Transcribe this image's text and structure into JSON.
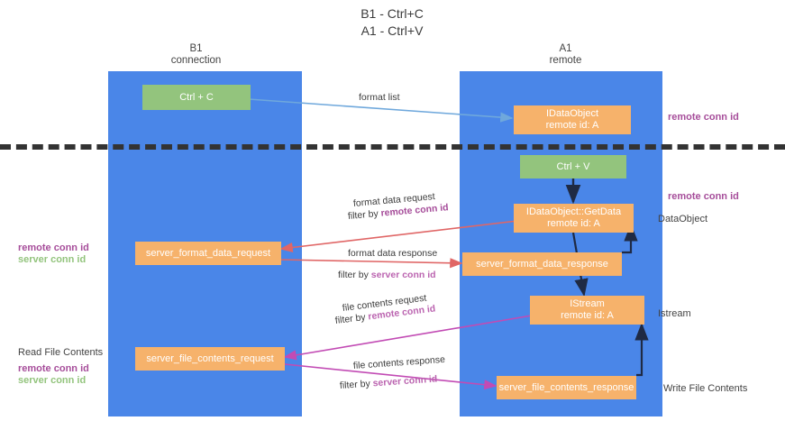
{
  "title": "B1 - Ctrl+C\nA1 - Ctrl+V",
  "colors": {
    "lane": "#4a86e8",
    "green_node": "#93c47d",
    "orange_node": "#f6b26b",
    "remote_conn_id": "#a64d9a",
    "server_conn_id": "#93c47d",
    "arrow_blue": "#6fa8dc",
    "arrow_red": "#e06666",
    "arrow_magenta": "#c24bb4",
    "arrow_dark": "#1f2a44",
    "divider": "#333333"
  },
  "lanes": [
    {
      "id": "b1",
      "title": "B1\nconnection"
    },
    {
      "id": "a1",
      "title": "A1\nremote"
    }
  ],
  "nodes": {
    "ctrl_c": {
      "line1": "Ctrl + C",
      "line2": ""
    },
    "idataobject_top": {
      "line1": "IDataObject",
      "line2": "remote id: A"
    },
    "ctrl_v": {
      "line1": "Ctrl + V",
      "line2": ""
    },
    "getdata": {
      "line1": "IDataObject::GetData",
      "line2": "remote id: A"
    },
    "server_format_data_request": {
      "line1": "server_format_data_request",
      "line2": ""
    },
    "server_format_data_response": {
      "line1": "server_format_data_response",
      "line2": ""
    },
    "istream": {
      "line1": "IStream",
      "line2": "remote id: A"
    },
    "server_file_contents_request": {
      "line1": "server_file_contents_request",
      "line2": ""
    },
    "server_file_contents_response": {
      "line1": "server_file_contents_response",
      "line2": ""
    }
  },
  "edge_labels": {
    "format_list": "format list",
    "format_data_request": "format data request",
    "format_data_request_filter_prefix": "filter by ",
    "format_data_request_filter_value": "remote conn id",
    "format_data_response": "format data response",
    "format_data_response_filter_prefix": "filter by ",
    "format_data_response_filter_value": "server conn id",
    "file_contents_request": "file contents request",
    "file_contents_request_filter_prefix": "filter by ",
    "file_contents_request_filter_value": "remote conn id",
    "file_contents_response": "file contents response",
    "file_contents_response_filter_prefix": "filter by ",
    "file_contents_response_filter_value": "server conn id"
  },
  "side_labels": {
    "right_remote_conn_id_top": "remote conn id",
    "right_remote_conn_id_mid": "remote conn id",
    "right_dataobject": "DataObject",
    "right_istream": "Istream",
    "right_write_file_contents": "Write File Contents",
    "left_remote_conn_id_mid": "remote conn id",
    "left_server_conn_id_mid": "server conn id",
    "left_read_file_contents": "Read File Contents",
    "left_remote_conn_id_bottom": "remote conn id",
    "left_server_conn_id_bottom": "server conn id"
  }
}
